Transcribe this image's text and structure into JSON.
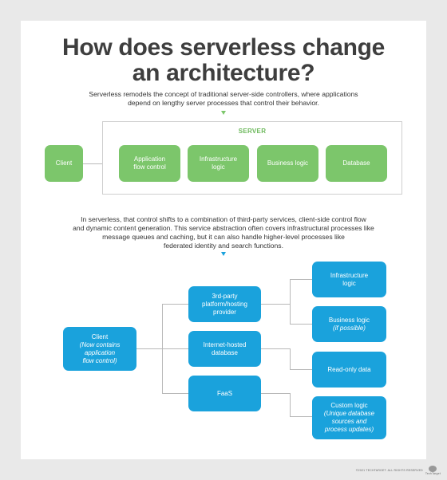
{
  "title": [
    "How does serverless change",
    "an architecture?"
  ],
  "intro": [
    "Serverless remodels the concept of traditional server-side controllers, where applications",
    "depend on lengthy server processes that control their behavior."
  ],
  "traditional": {
    "server_label": "SERVER",
    "client": "Client",
    "components": [
      [
        "Application",
        "flow control"
      ],
      [
        "Infrastructure",
        "logic"
      ],
      [
        "Business logic"
      ],
      [
        "Database"
      ]
    ]
  },
  "middle": [
    "In serverless, that control shifts to a combination of third-party services, client-side control flow",
    "and dynamic content generation. This service abstraction often covers infrastructural processes like",
    "message queues and caching, but it can also handle higher-level processes like",
    "federated identity and search functions."
  ],
  "serverless": {
    "client": {
      "label": "Client",
      "note": [
        "(Now contains",
        "application",
        "flow control)"
      ]
    },
    "services": [
      [
        "3rd-party",
        "platform/hosting",
        "provider"
      ],
      [
        "Internet-hosted",
        "database"
      ],
      [
        "FaaS"
      ]
    ],
    "outputs": [
      {
        "label": [
          "Infrastructure",
          "logic"
        ],
        "note": []
      },
      {
        "label": [
          "Business logic"
        ],
        "note": [
          "(if possible)"
        ]
      },
      {
        "label": [
          "Read-only data"
        ],
        "note": []
      },
      {
        "label": [
          "Custom logic"
        ],
        "note": [
          "(Unique database",
          "sources and",
          "process updates)"
        ]
      }
    ]
  },
  "footer": {
    "copyright": "©2021 TECHTARGET. ALL RIGHTS RESERVED",
    "logo": "TechTarget"
  },
  "colors": {
    "green": "#7cc66b",
    "blue": "#1aa2dc",
    "title": "#3e3e3e"
  }
}
